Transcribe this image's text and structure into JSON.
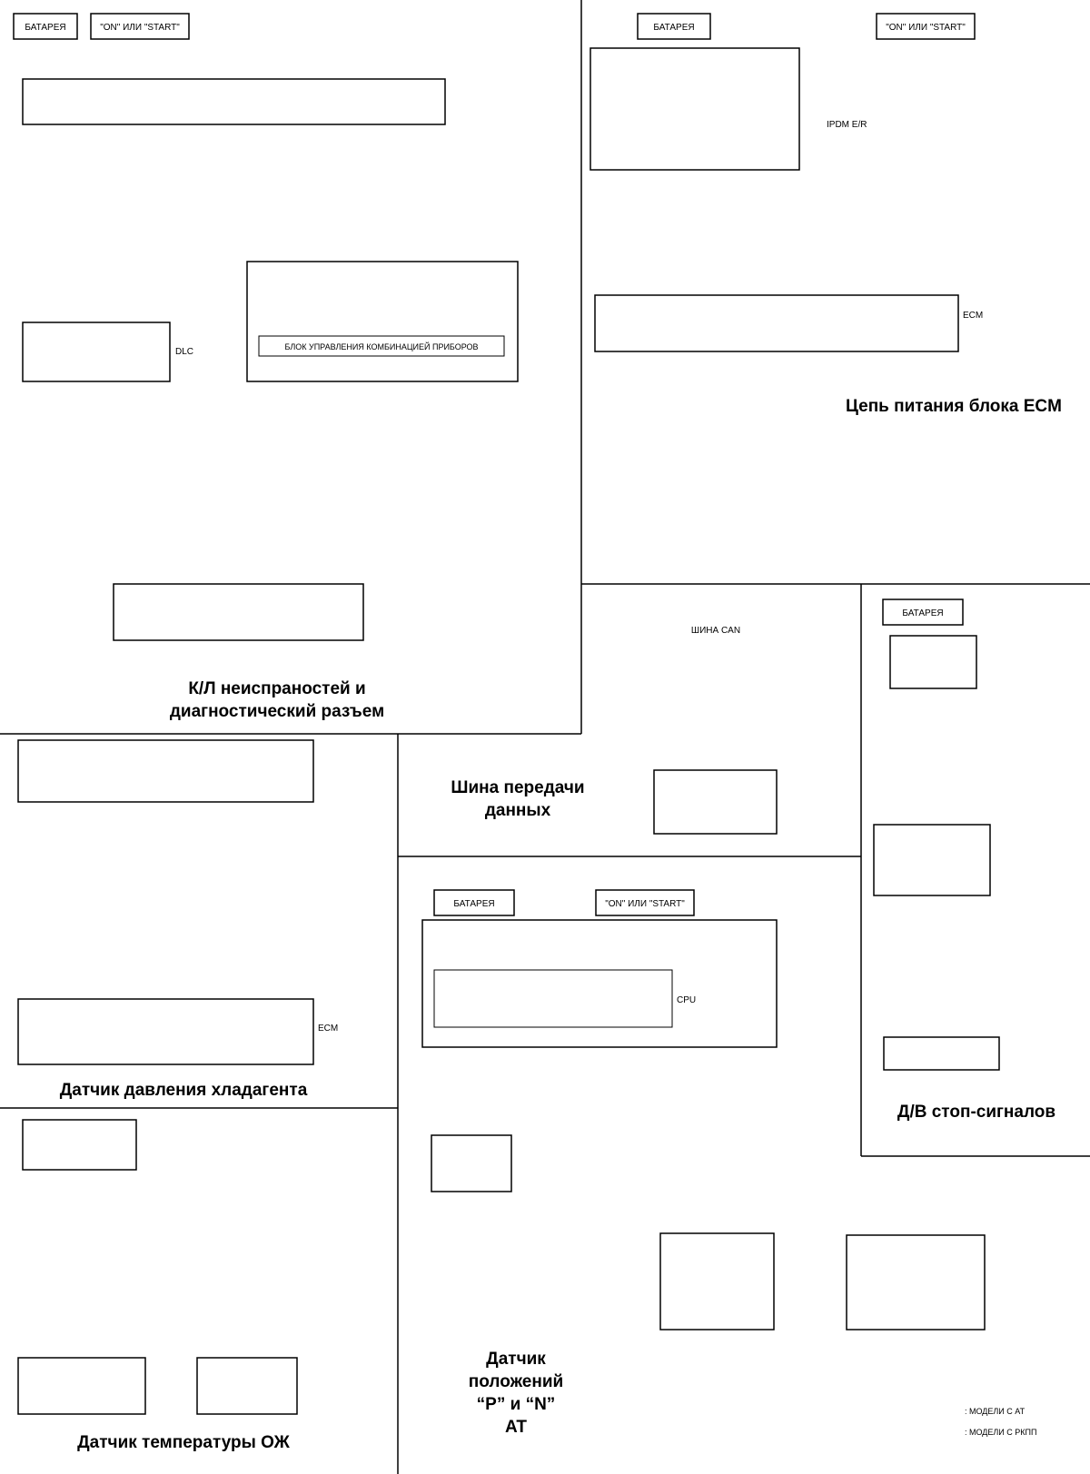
{
  "sections": {
    "mil_dlc": {
      "title_line1": "К/Л неиспраностей и",
      "title_line2": "диагностический разъем"
    },
    "ecm_power": {
      "title": "Цепь питания блока ECM"
    },
    "can": {
      "title_line1": "Шина передачи",
      "title_line2": "данных",
      "bus": "ШИНА CAN"
    },
    "brake": {
      "title": "Д/В стоп-сигналов"
    },
    "refrig": {
      "title": "Датчик давления хладагента"
    },
    "pn": {
      "title_line1": "Датчик",
      "title_line2": "положений",
      "title_line3": "“P” и “N”",
      "title_line4": "AT"
    },
    "ect": {
      "title": "Датчик температуры ОЖ"
    }
  },
  "labels": {
    "battery": "БАТАРЕЯ",
    "on_start": "\"ON\" ИЛИ \"START\"",
    "dlc": "DLC",
    "ecm": "ECM",
    "ipdm": "IPDM E/R",
    "cpu": "CPU",
    "combi_unit": "БЛОК УПРАВЛЕНИЯ КОМБИНАЦИЕЙ ПРИБОРОВ",
    "legend_at": ": МОДЕЛИ С АТ",
    "legend_mt": ": МОДЕЛИ С РКПП"
  }
}
